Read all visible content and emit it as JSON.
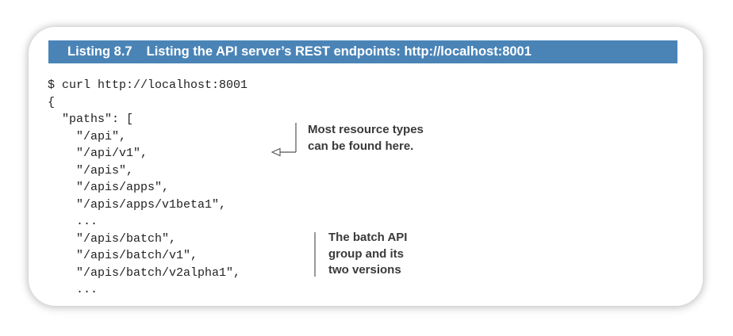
{
  "listing": {
    "number": "Listing 8.7",
    "title": "Listing the API server’s REST endpoints: http://localhost:8001"
  },
  "code_lines": [
    "$ curl http://localhost:8001",
    "{",
    "  \"paths\": [",
    "    \"/api\",",
    "    \"/api/v1\",",
    "    \"/apis\",",
    "    \"/apis/apps\",",
    "    \"/apis/apps/v1beta1\",",
    "    ...",
    "    \"/apis/batch\",",
    "    \"/apis/batch/v1\",",
    "    \"/apis/batch/v2alpha1\",",
    "    ..."
  ],
  "annotations": [
    {
      "lines": [
        "Most resource types",
        "can be found here."
      ]
    },
    {
      "lines": [
        "The batch API",
        "group and its",
        "two versions"
      ]
    }
  ],
  "colors": {
    "header_background": "#4a84b7",
    "header_text": "#ffffff",
    "code_text": "#222222",
    "annotation_text": "#3a3a3a"
  }
}
